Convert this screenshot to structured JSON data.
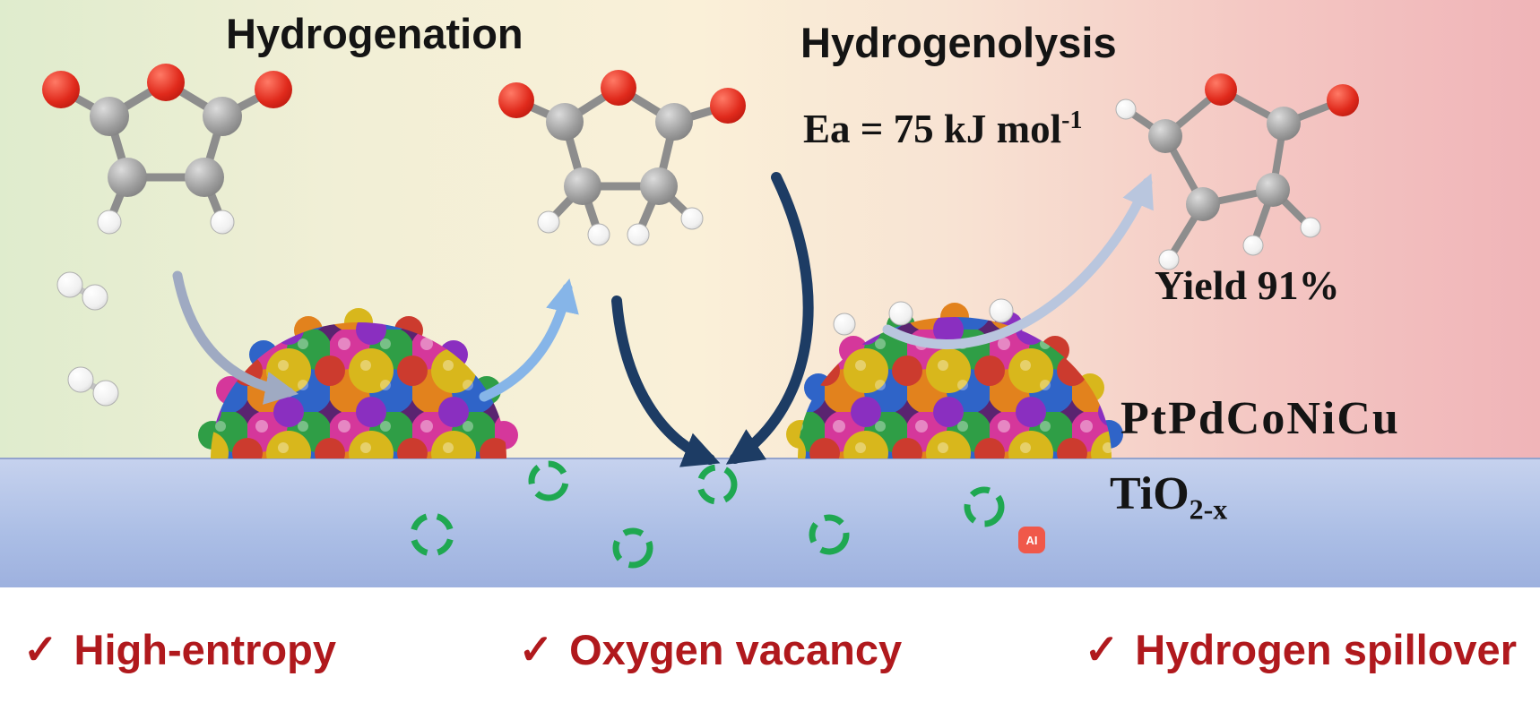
{
  "title": {
    "hydrogenation": "Hydrogenation",
    "hydrogenolysis": "Hydrogenolysis"
  },
  "annotations": {
    "activation_energy_prefix": "Ea = 75 kJ mol",
    "activation_energy_exponent": "-1",
    "yield": "Yield 91%",
    "catalyst": "PtPdCoNiCu",
    "support_prefix": "TiO",
    "support_subscript": "2-x"
  },
  "checklist": {
    "check": "✓",
    "items": [
      {
        "label": "High-entropy"
      },
      {
        "label": "Oxygen vacancy"
      },
      {
        "label": "Hydrogen spillover"
      }
    ]
  },
  "watermark": {
    "text": "AI"
  },
  "icons": {
    "oxygen_vacancy": "dashed-green-circle",
    "h2_molecule": "white-sphere-pair",
    "nanoparticle": "multicolor-sphere-cluster"
  },
  "colors": {
    "checklist_text": "#b0191d",
    "support_band_top": "#c6d2ee",
    "support_band_bottom": "#9db0de",
    "vacancy_green": "#1fa851",
    "arrow_navy": "#1d3c64",
    "arrow_gray": "#9faac2",
    "arrow_lightblue": "#86b5e8",
    "arrow_steel": "#b9c6de",
    "bg_left_green": "#dfeccd",
    "bg_mid_cream": "#faf0d8",
    "bg_right_pink": "#f0b4b8"
  }
}
